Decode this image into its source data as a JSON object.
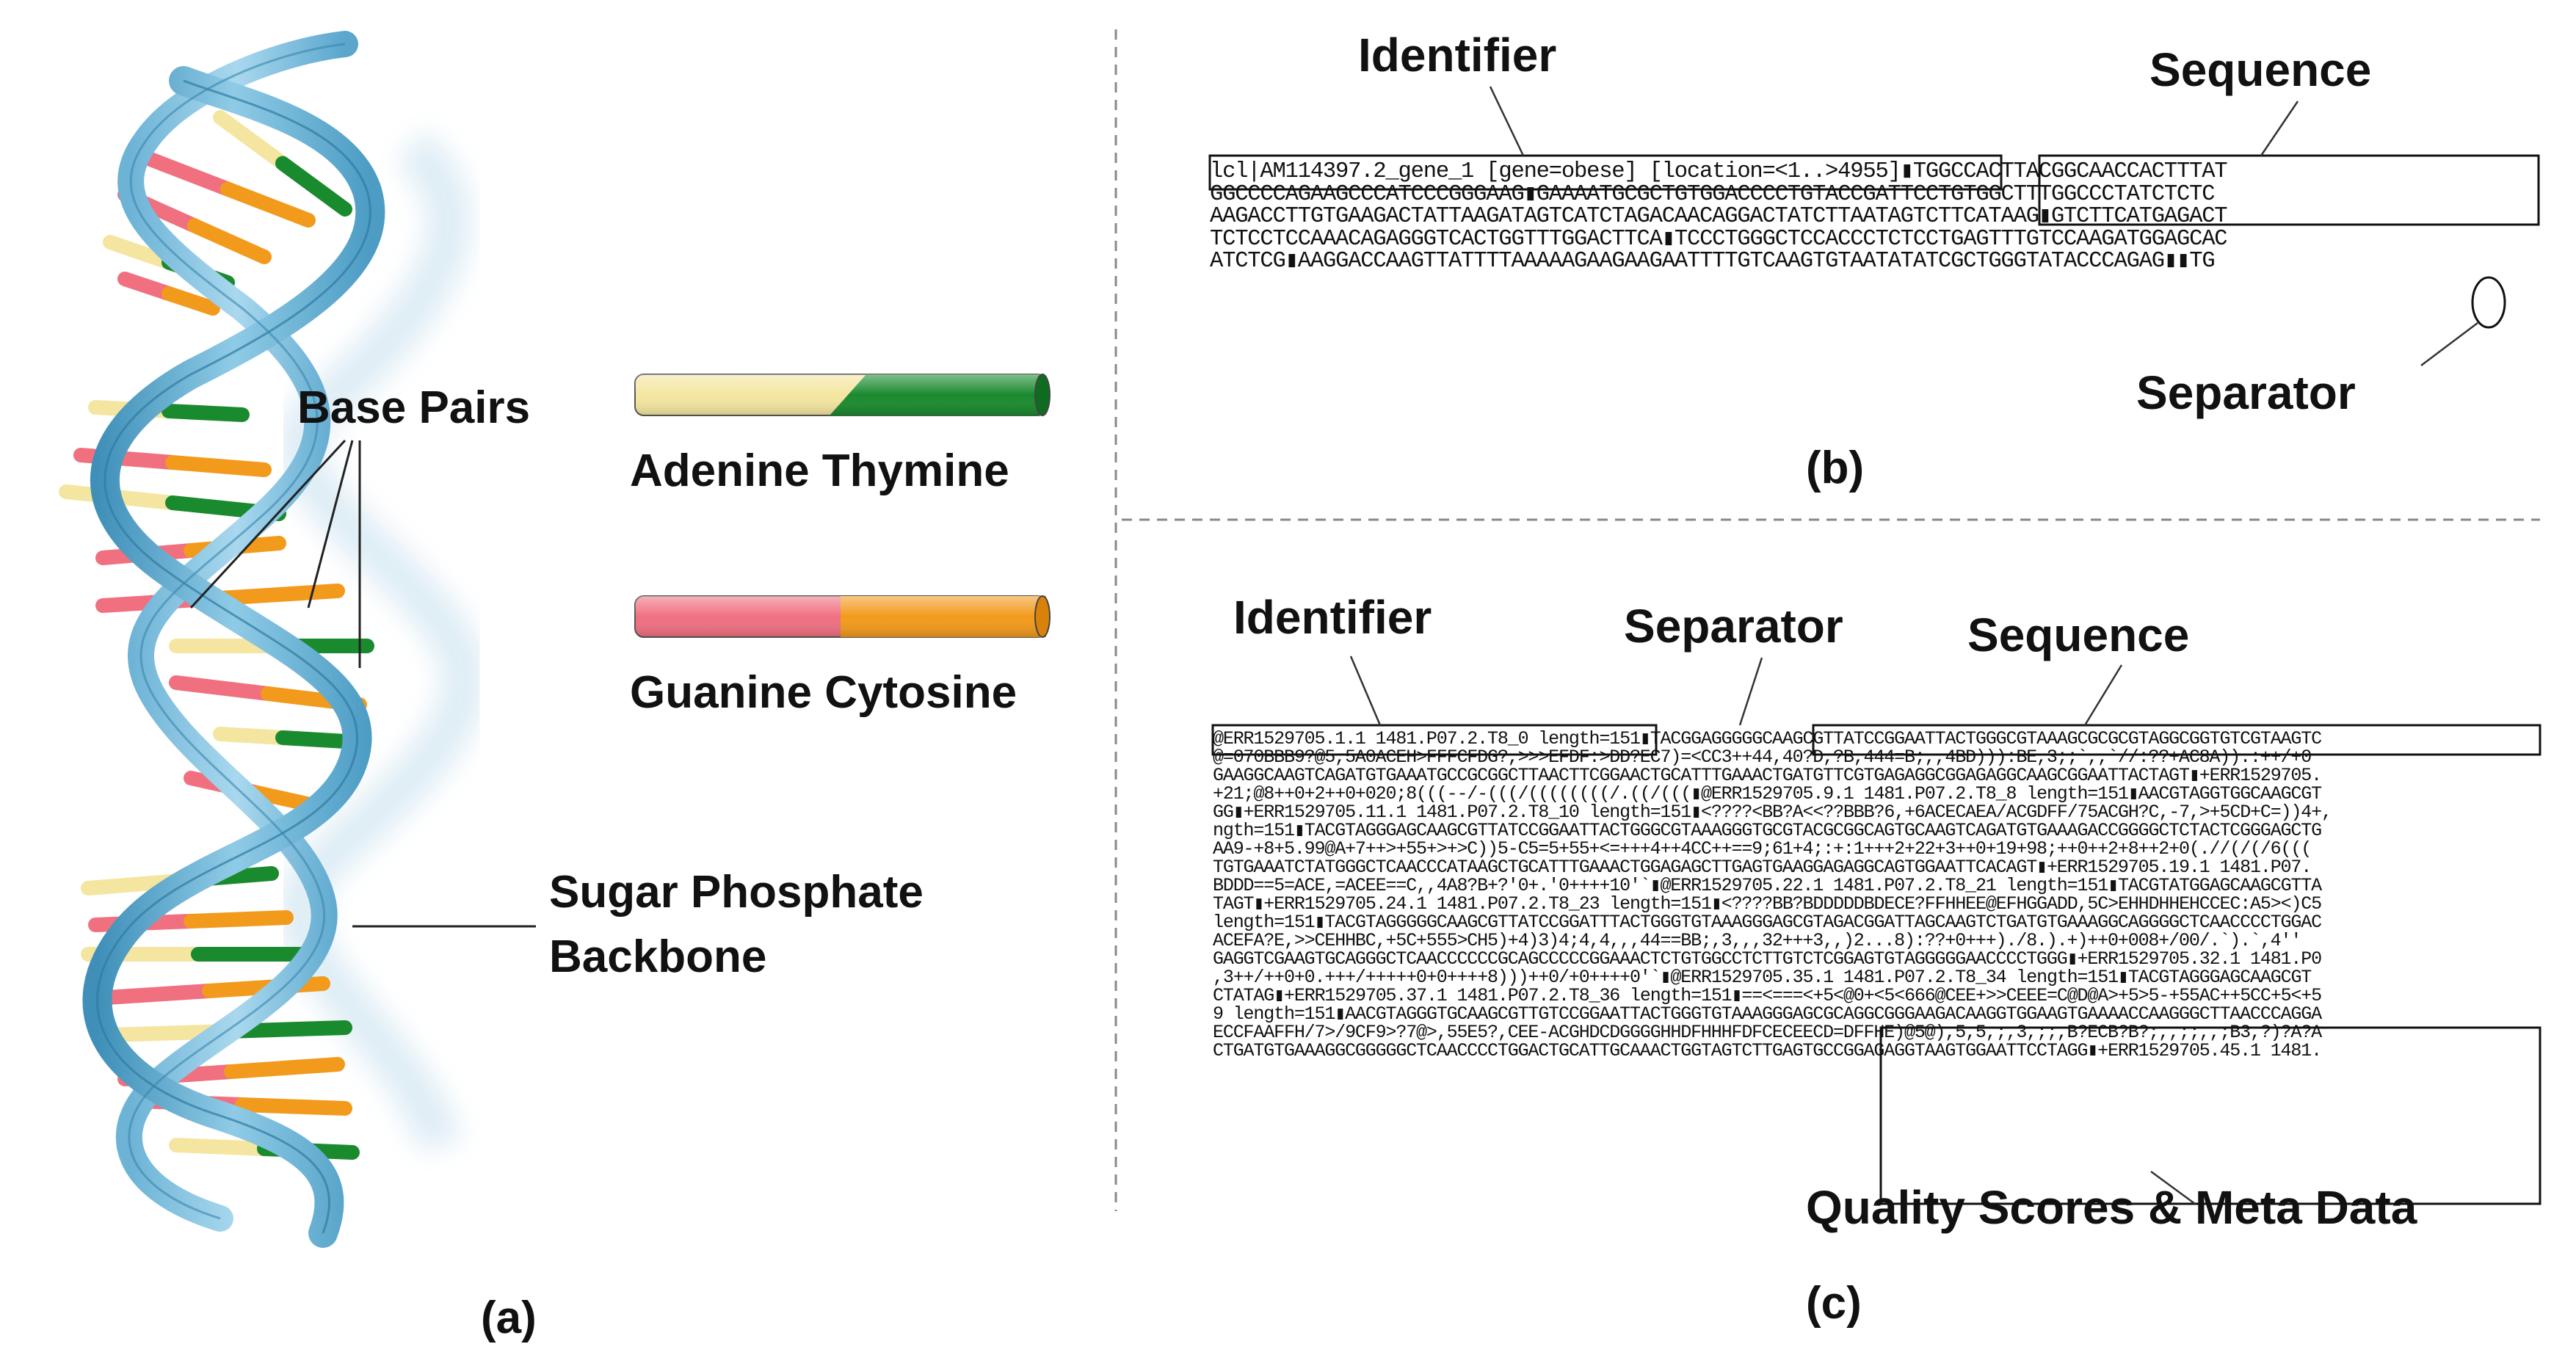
{
  "panel_a": {
    "caption": "(a)",
    "labels": {
      "base_pairs": "Base Pairs",
      "sugar_phosphate_line1": "Sugar Phosphate",
      "sugar_phosphate_line2": "Backbone"
    },
    "legend": [
      {
        "label": "Adenine Thymine",
        "left_color": "#f4e6a0",
        "right_color": "#1a8a2e"
      },
      {
        "label": "Guanine Cytosine",
        "left_color": "#f07080",
        "right_color": "#f29a1c"
      }
    ],
    "colors": {
      "backbone": "#6fb6d8",
      "backbone_dark": "#3f8fb8",
      "shadow": "#dcebf5"
    }
  },
  "panel_b": {
    "caption": "(b)",
    "labels": {
      "identifier": "Identifier",
      "sequence": "Sequence",
      "separator": "Separator"
    },
    "lines": [
      "lcl|AM114397.2_gene_1 [gene=obese] [location=<1..>4955]▮TGGCCACTTACGGCAACCACTTTAT",
      "GGCCCCAGAAGCCCATCCCGGGAAG▮GAAAATGCGCTGTGGACCCCTGTACCGATTCCTGTGGCTTTGGCCCTATCTCTC",
      "AAGACCTTGTGAAGACTATTAAGATAGTCATCTAGACAACAGGACTATCTTAATAGTCTTCATAAG▮GTCTTCATGAGACT",
      "TCTCCTCCAAACAGAGGGTCACTGGTTTGGACTTCA▮TCCCTGGGCTCCACCCTCTCCTGAGTTTGTCCAAGATGGAGCAC",
      "ATCTCG▮AAGGACCAAGTTATTTTAAAAAGAAGAAGAATTTTGTCAAGTGTAATATATCGCTGGGTATACCCAGAG▮▮TG"
    ]
  },
  "panel_c": {
    "caption": "(c)",
    "labels": {
      "identifier": "Identifier",
      "separator": "Separator",
      "sequence": "Sequence",
      "quality": "Quality Scores & Meta Data"
    },
    "lines": [
      "@ERR1529705.1.1 1481.P07.2.T8_0 length=151▮TACGGAGGGGGCAAGCGTTATCCGGAATTACTGGGCGTAAAGCGCGCGTAGGCGGTGTCGTAAGTC",
      "@=070BBB9?@5,5A0ACEH>FFFCFDG?,>>>EFDF:>DD?EC7)=<CC3++44,40?D,?B,444=B;,,4BD))):BE,3;;`,,`//:??+AC8A)).:++/+0",
      "GAAGGCAAGTCAGATGTGAAATGCCGCGGCTTAACTTCGGAACTGCATTTGAAACTGATGTTCGTGAGAGGCGGAGAGGCAAGCGGAATTACTAGT▮+ERR1529705.",
      "+21;@8++0+2++0+020;8(((--/-(((/((((((((/.((/(((▮@ERR1529705.9.1 1481.P07.2.T8_8 length=151▮AACGTAGGTGGCAAGCGT",
      "GG▮+ERR1529705.11.1 1481.P07.2.T8_10 length=151▮<????<BB?A<<??BBB?6,+6ACECAEA/ACGDFF/75ACGH?C,-7,>+5CD+C=))4+,",
      "ngth=151▮TACGTAGGGAGCAAGCGTTATCCGGAATTACTGGGCGTAAAGGGTGCGTACGCGGCAGTGCAAGTCAGATGTGAAAGACCGGGGCTCTACTCGGGAGCTG",
      "AA9-+8+5.99@A+7++>+55+>+>C))5-C5=5+55+<=+++4++4CC++==9;61+4;:+:1+++2+22+3++0+19+98;++0++2+8++2+0(.//(/(/6(((",
      "TGTGAAATCTATGGGCTCAACCCATAAGCTGCATTTGAAACTGGAGAGCTTGAGTGAAGGAGAGGCAGTGGAATTCACAGT▮+ERR1529705.19.1 1481.P07.",
      "BDDD==5=ACE,=ACEE==C,,4A8?B+?'0+.'0++++10'`▮@ERR1529705.22.1 1481.P07.2.T8_21 length=151▮TACGTATGGAGCAAGCGTTA",
      "TAGT▮+ERR1529705.24.1 1481.P07.2.T8_23 length=151▮<????BB?BDDDDDBDECE?FFHHEE@EFHGGADD,5C>EHHDHHEHCCEC:A5><)C5",
      "length=151▮TACGTAGGGGGCAAGCGTTATCCGGATTTACTGGGTGTAAAGGGAGCGTAGACGGATTAGCAAGTCTGATGTGAAAGGCAGGGGCTCAACCCCTGGAC",
      "ACEFA?E,>>CEHHBC,+5C+555>CH5)+4)3)4;4,4,,,44==BB;,3,,,32+++3,,)2...8):??+0+++)./8.).+)++0+008+/00/.`).`,4''",
      "GAGGTCGAAGTGCAGGGCTCAACCCCCCGCAGCCCCCGGAAACTCTGTGGCCTCTTGTCTCGGAGTGTAGGGGGAACCCCTGGG▮+ERR1529705.32.1 1481.P0",
      ",3++/++0+0.+++/+++++0+0++++8)))++0/+0++++0'`▮@ERR1529705.35.1 1481.P07.2.T8_34 length=151▮TACGTAGGGAGCAAGCGT",
      "CTATAG▮+ERR1529705.37.1 1481.P07.2.T8_36 length=151▮==<===<+5<@0+<5<666@CEE+>>CEEE=C@D@A>+5>5-+55AC++5CC+5<+5",
      "9 length=151▮AACGTAGGGTGCAAGCGTTGTCCGGAATTACTGGGTGTAAAGGGAGCGCAGGCGGGAAGACAAGGTGGAAGTGAAAACCAAGGGCTTAACCCAGGA",
      "ECCFAAFFH/7>/9CF9>?7@>,55E5?,CEE-ACGHDCDGGGGHHDFHHHFDFCECEECD=DFFHE)@5@),5,5,;,3,;;,B?ECB?B?;,,;;,,;B3,?)?A?A",
      "CTGATGTGAAAGGCGGGGGCTCAACCCCTGGACTGCATTGCAAACTGGTAGTCTTGAGTGCCGGAGAGGTAAGTGGAATTCCTAGG▮+ERR1529705.45.1 1481."
    ]
  }
}
